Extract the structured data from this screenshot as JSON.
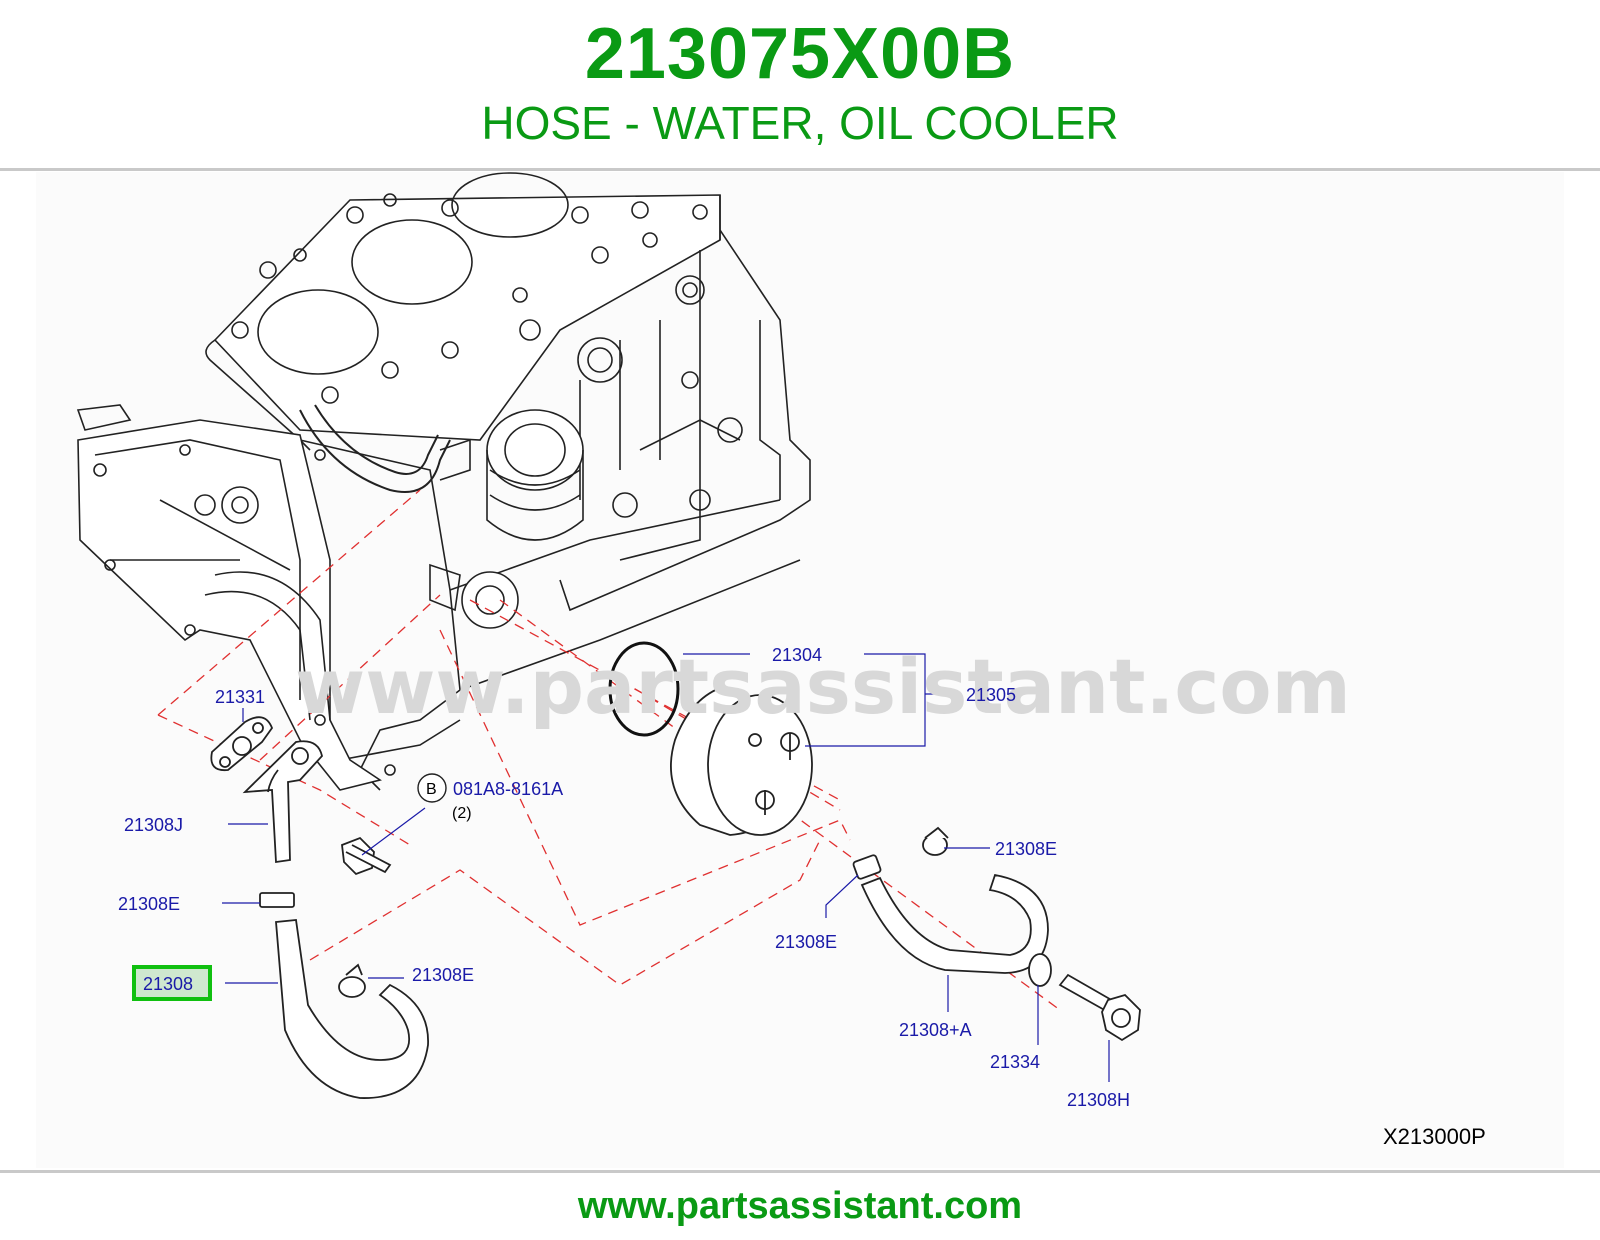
{
  "header": {
    "part_number": "213075X00B",
    "description": "HOSE - WATER, OIL COOLER"
  },
  "diagram": {
    "watermark": "www.partsassistant.com",
    "reference_code": "X213000P",
    "highlighted_part": "21308",
    "highlight_color": "#10c010",
    "label_color": "#1a1aa8",
    "leader_dash_color": "#e03030",
    "callouts": {
      "c21331": "21331",
      "c21308J": "21308J",
      "c21308E_left": "21308E",
      "c21308": "21308",
      "c21308E_lower": "21308E",
      "c21304": "21304",
      "c21305": "21305",
      "c21308E_right": "21308E",
      "c21308E_mid": "21308E",
      "c21308A": "21308+A",
      "c21334": "21334",
      "c21308H": "21308H",
      "bolt_ref_letter": "B",
      "bolt_code": "081A8-8161A",
      "bolt_qty": "(2)"
    }
  },
  "footer": {
    "url": "www.partsassistant.com"
  },
  "colors": {
    "brand_green": "#0a9a14",
    "rule_gray": "#c9c9c9"
  }
}
